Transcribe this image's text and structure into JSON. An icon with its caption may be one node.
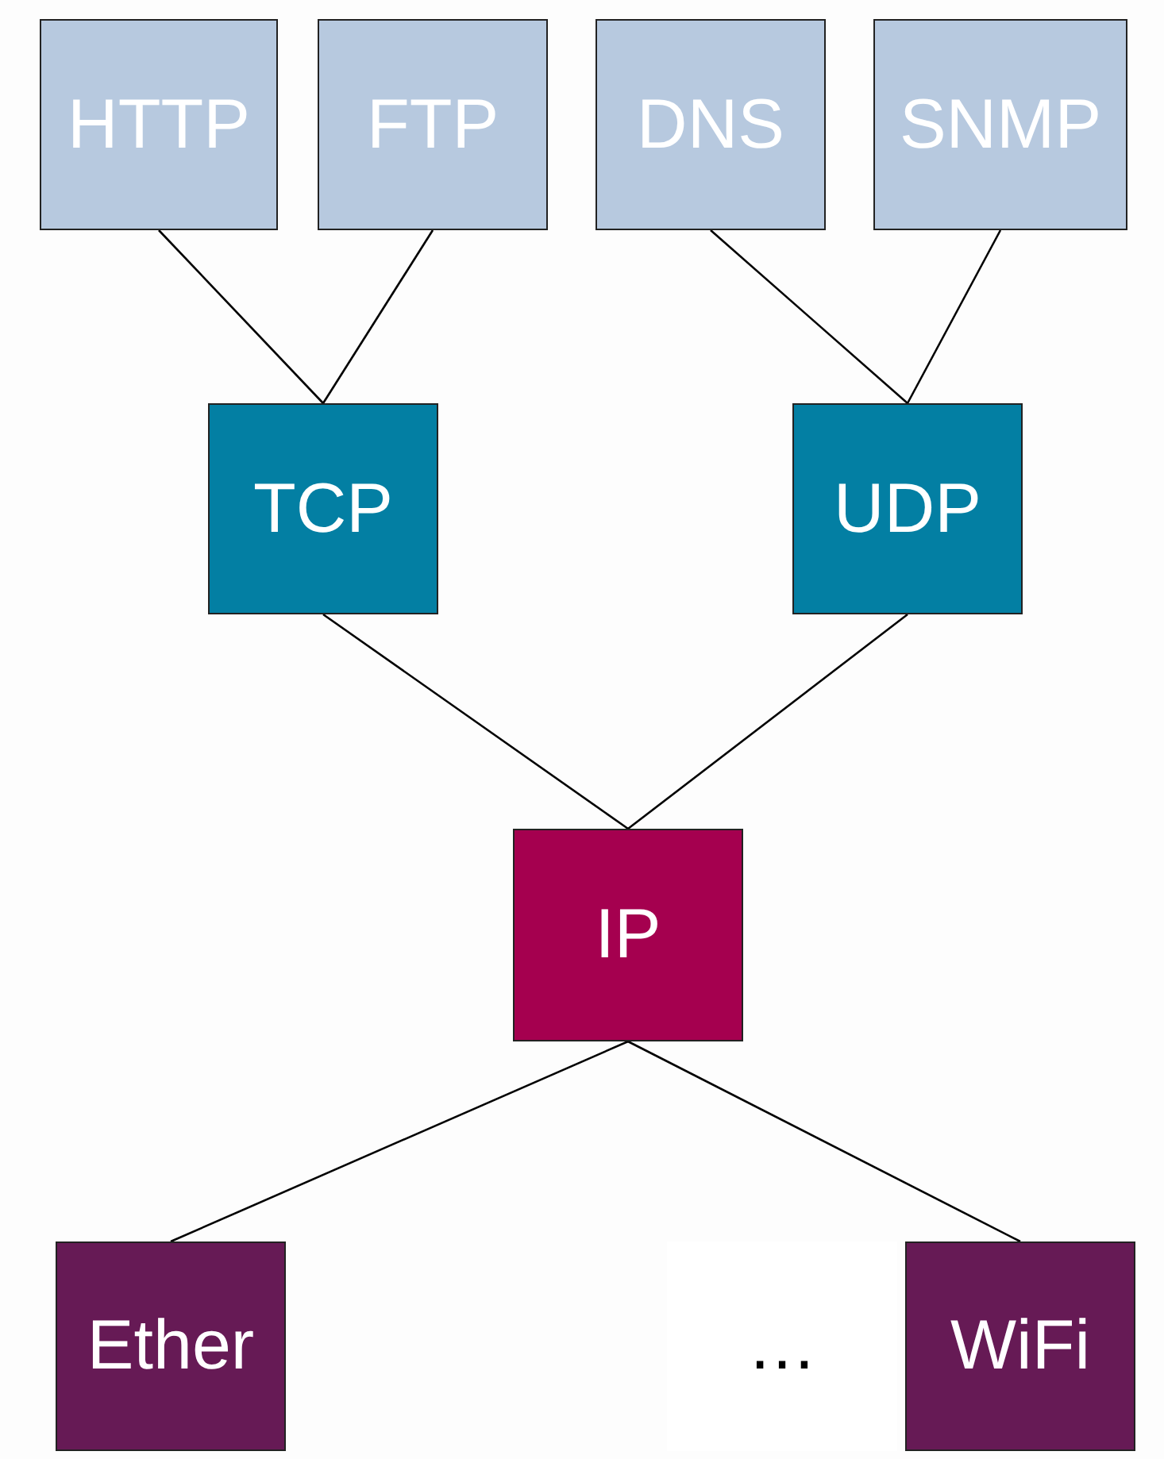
{
  "diagram": {
    "nodes": [
      {
        "text": [
          "HTTP"
        ]
      },
      {
        "text": [
          "FTP"
        ]
      },
      {
        "text": [
          "DNS"
        ]
      },
      {
        "text": [
          "SNMP"
        ]
      },
      {
        "text": [
          "TCP"
        ]
      },
      {
        "text": [
          "UDP"
        ]
      },
      {
        "text": [
          "IP"
        ]
      },
      {
        "text": [
          "Ether"
        ]
      },
      {
        "text": [
          "…"
        ]
      },
      {
        "text": [
          "WiFi"
        ]
      }
    ],
    "edges": [
      {
        "from": 0,
        "to": 4,
        "arrow": "none"
      },
      {
        "from": 1,
        "to": 4,
        "arrow": "none"
      },
      {
        "from": 2,
        "to": 5,
        "arrow": "none"
      },
      {
        "from": 3,
        "to": 5,
        "arrow": "none"
      },
      {
        "from": 4,
        "to": 6,
        "arrow": "none"
      },
      {
        "from": 5,
        "to": 6,
        "arrow": "none"
      },
      {
        "from": 6,
        "to": 7,
        "arrow": "none"
      },
      {
        "from": 6,
        "to": 9,
        "arrow": "none"
      }
    ]
  }
}
